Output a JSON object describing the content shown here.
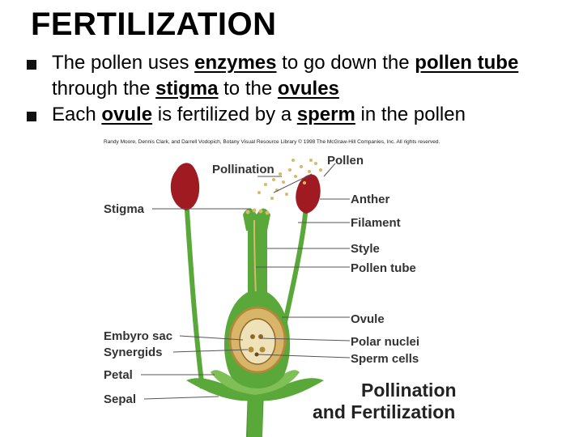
{
  "slide": {
    "title": "FERTILIZATION",
    "bullet1": {
      "t1": "The pollen uses ",
      "u1": "enzymes",
      "t2": " to go down the ",
      "u2": "pollen tube",
      "t3": " through the ",
      "u3": "stigma",
      "t4": " to the ",
      "u4": "ovules"
    },
    "bullet2": {
      "t1": "Each ",
      "u1": "ovule",
      "t2": " is fertilized by a ",
      "u2": "sperm",
      "t3": " in the pollen"
    }
  },
  "diagram": {
    "credit": "Randy Moore, Dennis Clark, and Darrell Vodopich, Botany Visual Resource Library © 1998 The McGraw-Hill Companies, Inc. All rights reserved.",
    "labels": {
      "pollination": "Pollination",
      "pollen": "Pollen",
      "stigma": "Stigma",
      "anther": "Anther",
      "filament": "Filament",
      "style": "Style",
      "pollen_tube": "Pollen tube",
      "ovule": "Ovule",
      "embryo_sac": "Embyro sac",
      "synergids": "Synergids",
      "polar_nuclei": "Polar nuclei",
      "sperm_cells": "Sperm cells",
      "petal": "Petal",
      "sepal": "Sepal"
    },
    "caption_line1": "Pollination",
    "caption_line2": "and Fertilization"
  },
  "colors": {
    "stem_green": "#5aa83a",
    "anther_red": "#a01a22",
    "ovary_tan": "#d9b56a",
    "pollen_yellow": "#d8b86a"
  }
}
